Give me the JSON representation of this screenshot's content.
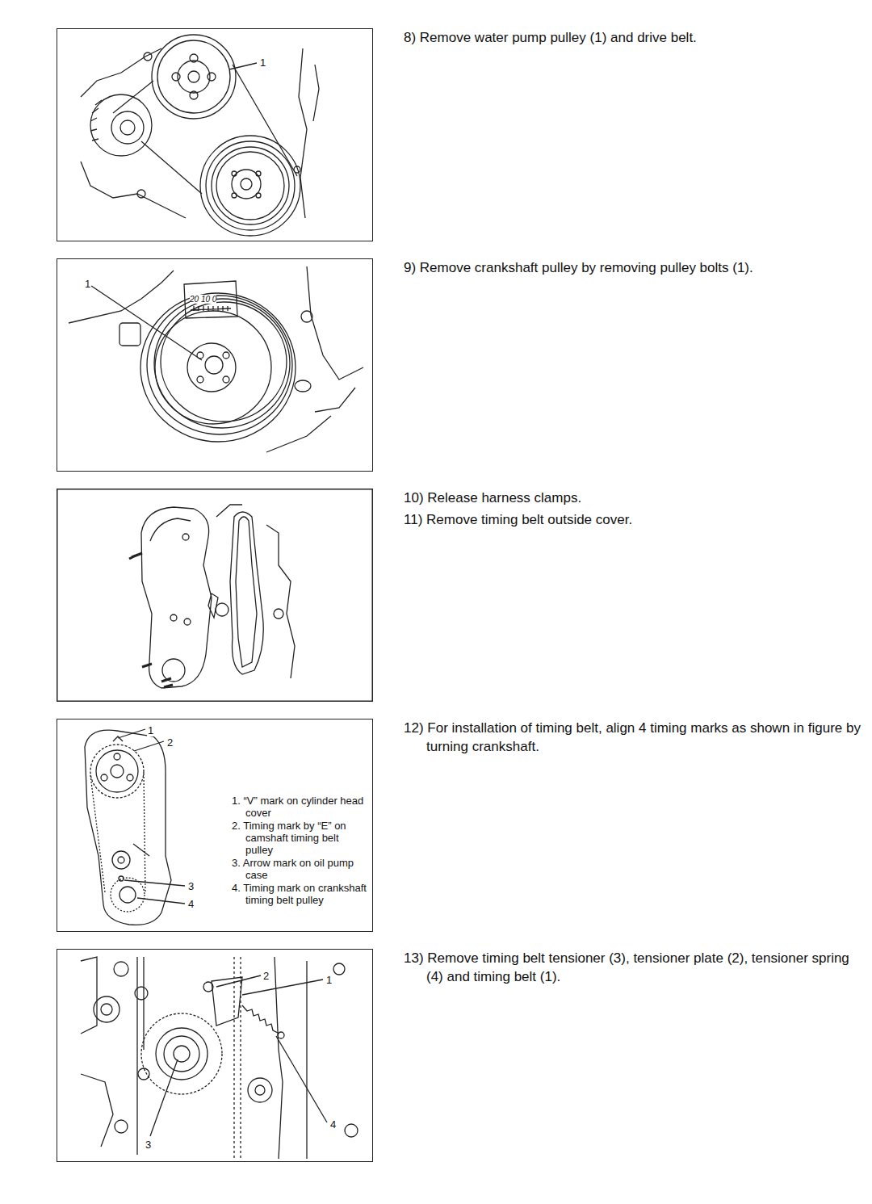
{
  "diagram": {
    "nodes": [
      {
        "text": [
          "1"
        ]
      },
      {
        "text": [
          "1",
          "20 10 0"
        ]
      },
      {
        "text": [
          "1",
          "2",
          "3",
          "4",
          "1. “V” mark on cylinder head cover",
          "2. Timing mark by “E” on camshaft timing belt pulley",
          "3. Arrow mark on oil pump case",
          "4. Timing mark on crankshaft timing belt pulley"
        ]
      },
      {
        "text": [
          "1",
          "2",
          "3",
          "4"
        ]
      }
    ],
    "edges": [],
    "labels": [
      "8) Remove water pump pulley (1) and drive belt.",
      "9) Remove crankshaft pulley by removing pulley bolts (1).",
      "10) Release harness clamps.",
      "11) Remove timing belt outside cover.",
      "12) For installation of timing belt, align 4 timing marks as shown in figure by turning crankshaft.",
      "13) Remove timing belt tensioner (3), tensioner plate (2), tensioner spring (4) and timing belt (1)."
    ]
  }
}
